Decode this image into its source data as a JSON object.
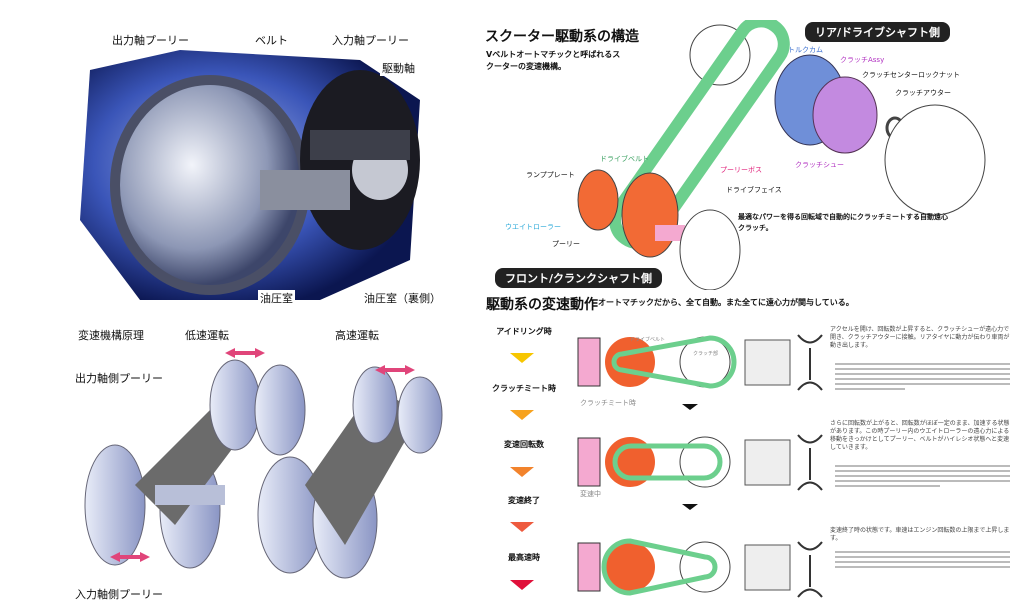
{
  "engine_photo": {
    "labels": [
      "出力軸プーリー",
      "ベルト",
      "入力軸プーリー",
      "駆動軸",
      "油圧室",
      "油圧室（裏側）"
    ]
  },
  "principle": {
    "title": "変速機構原理",
    "low_speed": "低速運転",
    "high_speed": "高速運転",
    "output_pulley": "出力軸側プーリー",
    "input_pulley": "入力軸側プーリー"
  },
  "structure": {
    "title": "スクーター駆動系の構造",
    "subtitle": "Vベルトオートマチックと呼ばれるスクーターの変速機構。",
    "rear_side": "リア/ドライブシャフト側",
    "front_side": "フロント/クランクシャフト側",
    "parts": {
      "torque_cam": "トルクカム",
      "clutch_assy": "クラッチAssy",
      "clutch_nut": "クラッチセンターロックナット",
      "clutch_outer": "クラッチアウター",
      "clutch_shoe": "クラッチシュー",
      "drive_belt": "ドライブベルト",
      "pulley_boss": "プーリーボス",
      "ramp_plate": "ランププレート",
      "drive_face": "ドライブフェイス",
      "weight_roller": "ウエイトローラー",
      "pulley": "プーリー"
    },
    "clutch_note": "最適なパワーを得る回転域で自動的にクラッチミートする自動遠心クラッチ。"
  },
  "operation": {
    "title": "駆動系の変速動作",
    "subtitle": "オートマチックだから、全て自動。また全てに遠心力が関与している。",
    "steps": [
      "アイドリング時",
      "クラッチミート時",
      "変速回転数",
      "変速終了",
      "最高速時"
    ],
    "step_colors": [
      "#f7c600",
      "#f7a21e",
      "#f2832c",
      "#ee5a3e",
      "#e0103a"
    ],
    "diagram_captions": [
      "クラッチミート時",
      "変速中"
    ],
    "belt_label": "ドライブベルト",
    "clutch_label": "クラッチ部",
    "paragraphs": [
      "アクセルを開け、回転数が上昇すると、クラッチシューが遠心力で開き、クラッチアウターに接触。リアタイヤに動力が伝わり車両が動き出します。",
      "さらに回転数が上がると、回転数がほぼ一定のまま、加速する状態があります。この時プーリー内のウエイトローラーの遠心力による移動をきっかけとしてプーリー、ベルトがハイレシオ状態へと変速していきます。",
      "変速終了時の状態です。車速はエンジン回転数の上限まで上昇します。"
    ]
  }
}
